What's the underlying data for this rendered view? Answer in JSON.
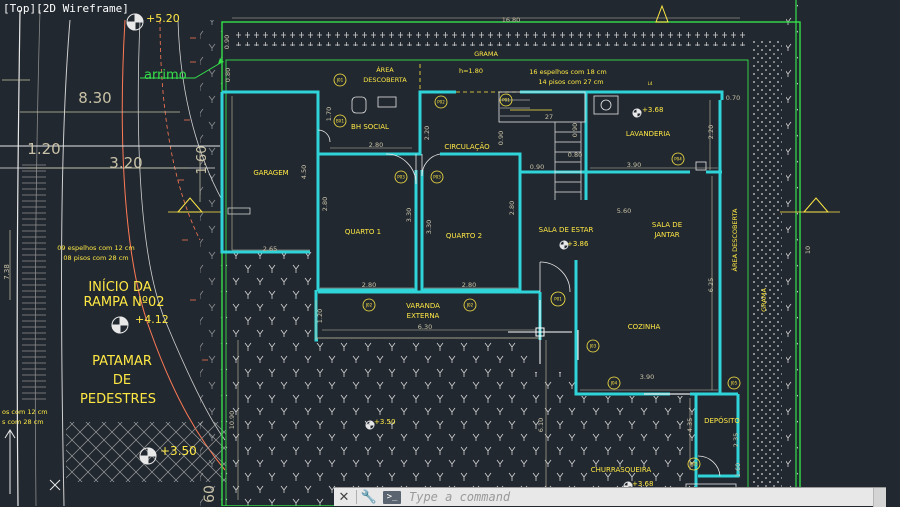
{
  "viewport": {
    "label": "[Top][2D Wireframe]"
  },
  "command_line": {
    "placeholder": "Type a command",
    "close_label": "✕",
    "customize_label": "🔧",
    "prompt_label": ">_",
    "icons": [
      "close-icon",
      "wrench-icon",
      "command-prompt-icon"
    ]
  },
  "colors": {
    "background": "#212830",
    "wall": "#2fd4d8",
    "text": "#e8d94a",
    "dimension": "#c9c2a6",
    "boundary": "#35e04a",
    "hatch": "#d8d8d8",
    "mark": "#ff7a55"
  },
  "rooms": {
    "area_descoberta_1": "ÁREA",
    "area_descoberta_2": "DESCOBERTA",
    "bh_social": "BH SOCIAL",
    "circulacao": "CIRCULAÇÃO",
    "lavanderia": "LAVANDERIA",
    "garagem": "GARAGEM",
    "quarto1": "QUARTO 1",
    "quarto2": "QUARTO 2",
    "sala_estar": "SALA DE ESTAR",
    "sala_jantar_1": "SALA DE",
    "sala_jantar_2": "JANTAR",
    "varanda_1": "VARANDA",
    "varanda_2": "EXTERNA",
    "cozinha": "COZINHA",
    "deposito": "DEPÓSITO",
    "churrasqueira": "CHURRASQUEIRA",
    "area_descoberta_vertical": "ÁREA DESCOBERTA",
    "grama": "GRAMA",
    "grama_vertical": "GRAMA"
  },
  "notes": {
    "stairs_1": "16 espelhos com 18 cm",
    "stairs_2": "14 pisos com 27 cm",
    "h": "h=1.80",
    "ramp_1": "09 espelhos com 12 cm",
    "ramp_2": "08 pisos com 28 cm",
    "ramp_3": "os com 12 cm",
    "ramp_4": "s com 28 cm",
    "arrimo": "arrimo",
    "inicio_1": "INÍCIO DA",
    "inicio_2": "RAMPA Nº02",
    "patamar_1": "PATAMAR",
    "patamar_2": "DE",
    "patamar_3": "PEDESTRES"
  },
  "levels": {
    "l520": "+5.20",
    "l412": "+4.12",
    "l350a": "+3.50",
    "l386": "+3.86",
    "l368a": "+3.68",
    "l350b": "+3.50",
    "l368b": "+3.68"
  },
  "dims": {
    "d830": "8.30",
    "d320": "3.20",
    "d120": "1.20",
    "d160": "1.60",
    "d738": "7.38",
    "d090a": "0.90",
    "d070a": "0.70",
    "d1680": "16.80",
    "d080": "0.80",
    "d170": "1.70",
    "d280a": "2.80",
    "d220a": "2.20",
    "d450": "4.50",
    "d265": "2.65",
    "d280b": "2.80",
    "d330a": "3.30",
    "d330b": "3.30",
    "d280c": "2.80",
    "d280d": "2.80",
    "d280e": "2.80",
    "d120b": "1.20",
    "d630": "6.30",
    "d090b": "0.90",
    "d090c": "0.90",
    "d090d": "0.90",
    "d080b": "0.80",
    "d270": "27",
    "d390a": "3.90",
    "d220b": "2.20",
    "d070b": "0.70",
    "d560": "5.60",
    "d625": "6.25",
    "d390b": "3.90",
    "d1090": "10.90",
    "d610": "6.10",
    "d435": "4.35",
    "d235": "2.35",
    "d160b": "1.60",
    "d10": "10",
    "d60": "60"
  },
  "tags": {
    "j01": "J01",
    "p02": "P02",
    "bx1": "BX1",
    "p01": "P01",
    "p03": "P03",
    "p04": "P04",
    "j02a": "J02",
    "j02b": "J02",
    "j03": "J03",
    "j04": "J04",
    "j05": "J05",
    "j06": "J06",
    "p05": "P05",
    "l4": "L4"
  }
}
